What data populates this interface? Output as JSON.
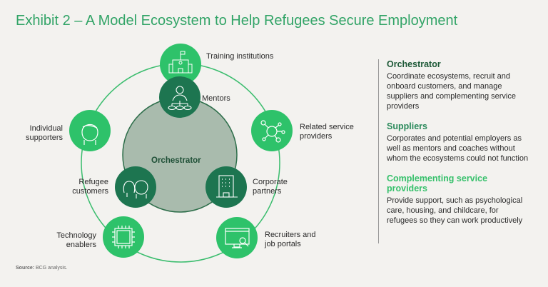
{
  "title": "Exhibit 2 – A Model Ecosystem to Help Refugees Secure Employment",
  "diagram": {
    "center": "Orchestrator",
    "inner_nodes": [
      "Mentors",
      "Refugee customers",
      "Corporate partners"
    ],
    "outer_nodes": {
      "training": "Training institutions",
      "related_1": "Related service",
      "related_2": "providers",
      "individual_1": "Individual",
      "individual_2": "supporters",
      "refugee_1": "Refugee",
      "refugee_2": "customers",
      "corporate_1": "Corporate",
      "corporate_2": "partners",
      "tech_1": "Technology",
      "tech_2": "enablers",
      "recruiters_1": "Recruiters and",
      "recruiters_2": "job portals",
      "mentors": "Mentors"
    },
    "colors": {
      "bright": "#2ec26a",
      "dark": "#1d7550",
      "core": "#a9bbad",
      "ring": "#3bbd6e"
    }
  },
  "panel": [
    {
      "heading": "Orchestrator",
      "color": "#1e5a38",
      "text": "Coordinate ecosystems, recruit and onboard customers, and manage suppliers and complementing service providers"
    },
    {
      "heading": "Suppliers",
      "color": "#2a8a5b",
      "text": "Corporates and potential employers as well as mentors and coaches without whom the ecosystems could not function"
    },
    {
      "heading": "Complementing service providers",
      "color": "#36c06b",
      "text": "Provide support, such as psychological care, housing, and childcare, for refugees so they can work productively"
    }
  ],
  "source": {
    "label": "Source:",
    "text": "BCG analysis."
  }
}
